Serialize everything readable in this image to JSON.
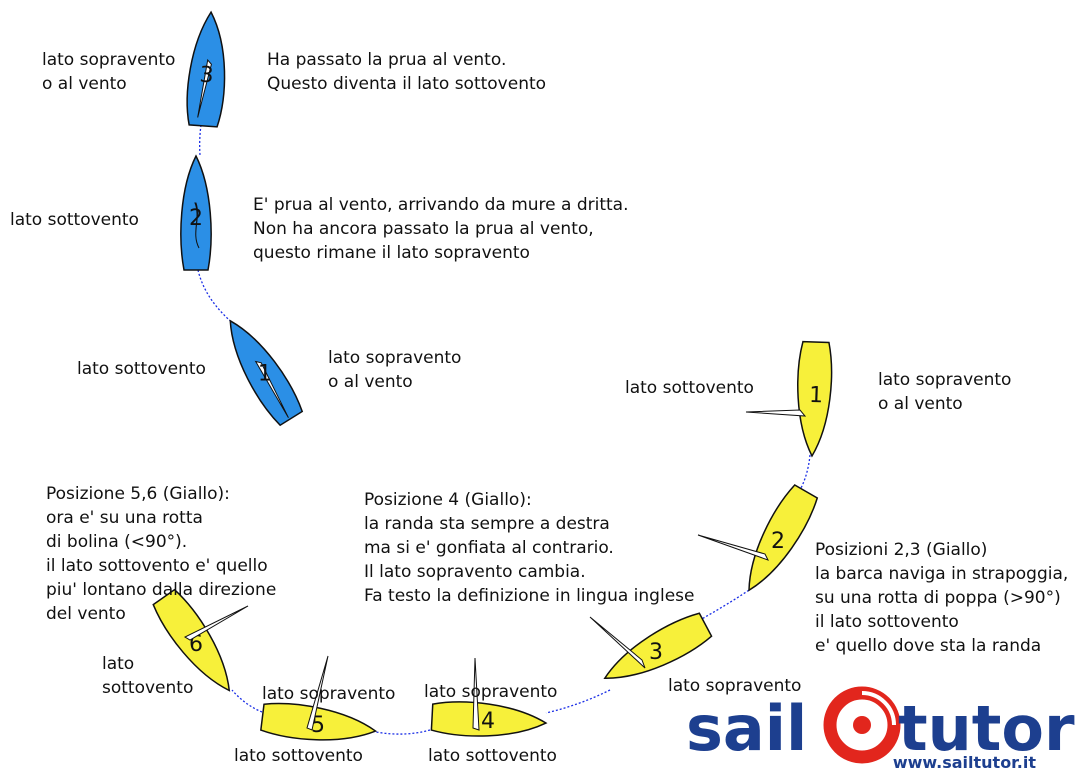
{
  "colors": {
    "blue_boat": "#2b8fe6",
    "yellow_boat": "#f7f03a",
    "path": "#1a2ee6",
    "logo_blue": "#1d3f8f",
    "logo_red": "#e2261d"
  },
  "blue_boats": [
    {
      "number": "3"
    },
    {
      "number": "2"
    },
    {
      "number": "1"
    }
  ],
  "yellow_boats": [
    {
      "number": "1"
    },
    {
      "number": "2"
    },
    {
      "number": "3"
    },
    {
      "number": "4"
    },
    {
      "number": "5"
    },
    {
      "number": "6"
    }
  ],
  "labels": {
    "blue3_side_left": [
      "lato sopravento",
      "o al vento"
    ],
    "blue3_note": [
      "Ha passato la prua al vento.",
      "Questo diventa il lato sottovento"
    ],
    "blue2_side_left": [
      "lato sottovento"
    ],
    "blue2_note": [
      "E' prua al vento, arrivando da mure a dritta.",
      "Non ha ancora passato la prua al vento,",
      "questo rimane il lato sopravento"
    ],
    "blue1_side_left": [
      "lato sottovento"
    ],
    "blue1_side_right": [
      "lato sopravento",
      "o al vento"
    ],
    "y1_side_left": [
      "lato sottovento"
    ],
    "y1_side_right": [
      "lato sopravento",
      "o al vento"
    ],
    "y23_note": [
      "Posizioni 2,3 (Giallo)",
      "la barca naviga in strapoggia,",
      "su una rotta di poppa (>90°)",
      "il lato sottovento",
      "e' quello dove sta la randa"
    ],
    "y3_side_below": [
      "lato sopravento"
    ],
    "y4_note": [
      "Posizione 4 (Giallo):",
      "la randa sta sempre a destra",
      "ma si e' gonfiata al contrario.",
      "Il lato sopravento cambia.",
      "Fa testo la definizione in lingua inglese"
    ],
    "y4_top": [
      "lato sopravento"
    ],
    "y4_bottom": [
      "lato sottovento"
    ],
    "y5_top": [
      "lato sopravento"
    ],
    "y5_bottom": [
      "lato sottovento"
    ],
    "y56_note": [
      "Posizione 5,6 (Giallo):",
      "ora e' su una rotta",
      "di bolina (<90°).",
      "il lato sottovento e' quello",
      "piu' lontano dalla direzione",
      "del vento"
    ],
    "y6_side": [
      "lato",
      "sottovento"
    ]
  },
  "logo": {
    "word_left": "sail",
    "word_right": "tutor",
    "url": "www.sailtutor.it"
  }
}
